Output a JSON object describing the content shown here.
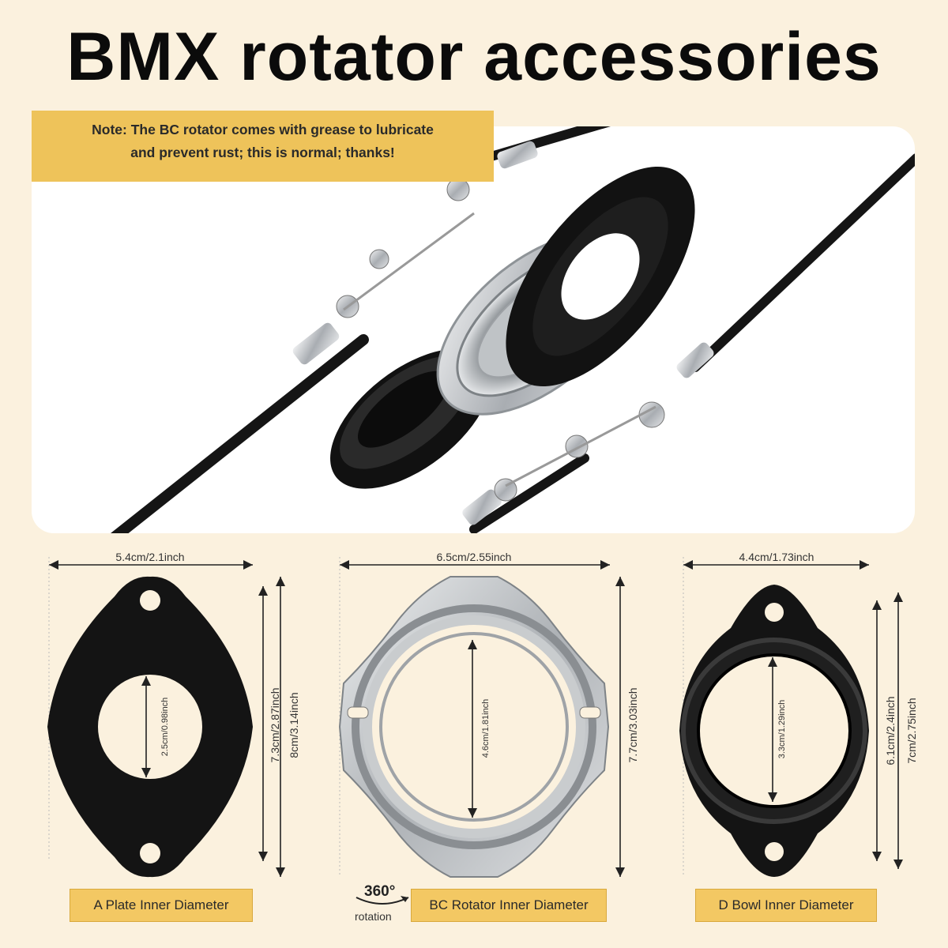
{
  "title": "BMX rotator accessories",
  "note": {
    "line1": "Note: The BC rotator comes with grease to lubricate",
    "line2": "and prevent rust; this is normal; thanks!"
  },
  "panels": {
    "a": {
      "width_label": "5.4cm/2.1inch",
      "inner_label": "2.5cm/0.98inch",
      "height1_label": "7.3cm/2.87inch",
      "height2_label": "8cm/3.14inch",
      "caption": "A Plate Inner Diameter"
    },
    "bc": {
      "width_label": "6.5cm/2.55inch",
      "inner_label": "4.6cm/1.81inch",
      "height_label": "7.7cm/3.03inch",
      "caption": "BC Rotator Inner Diameter",
      "rotation_degrees": "360°",
      "rotation_text": "rotation"
    },
    "d": {
      "width_label": "4.4cm/1.73inch",
      "inner_label": "3.3cm/1.29inch",
      "height1_label": "6.1cm/2.4inch",
      "height2_label": "7cm/2.75inch",
      "caption": "D Bowl Inner Diameter"
    }
  },
  "colors": {
    "background": "#fbf1de",
    "accent": "#f3c863",
    "part_black": "#141414",
    "part_silver": "#c9cccf"
  }
}
